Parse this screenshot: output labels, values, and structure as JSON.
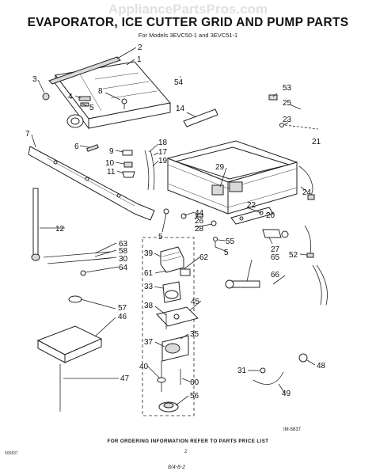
{
  "header": {
    "title": "EVAPORATOR, ICE CUTTER GRID AND PUMP PARTS",
    "models": "For Models 3EVC50-1 and 3EVC51-1",
    "watermark": "AppliancePartsPros.com"
  },
  "footer": {
    "instruction": "FOR ORDERING INFORMATION REFER TO PARTS PRICE LIST",
    "drawing_code": "IM-5837",
    "doc_code": "505837",
    "page_number": "2",
    "handwritten": "8/4-8-2"
  },
  "callouts": [
    {
      "id": "c2",
      "text": "2"
    },
    {
      "id": "c1",
      "text": "1"
    },
    {
      "id": "c3",
      "text": "3"
    },
    {
      "id": "c4",
      "text": "4"
    },
    {
      "id": "c5a",
      "text": "5"
    },
    {
      "id": "c8",
      "text": "8"
    },
    {
      "id": "c7",
      "text": "7"
    },
    {
      "id": "c6",
      "text": "6"
    },
    {
      "id": "c9",
      "text": "9"
    },
    {
      "id": "c10",
      "text": "10"
    },
    {
      "id": "c11",
      "text": "11"
    },
    {
      "id": "c54",
      "text": "54"
    },
    {
      "id": "c14",
      "text": "14"
    },
    {
      "id": "c53",
      "text": "53"
    },
    {
      "id": "c25",
      "text": "25"
    },
    {
      "id": "c23",
      "text": "23"
    },
    {
      "id": "c21",
      "text": "21"
    },
    {
      "id": "c18",
      "text": "18"
    },
    {
      "id": "c17",
      "text": "17"
    },
    {
      "id": "c19",
      "text": "19"
    },
    {
      "id": "c29",
      "text": "29"
    },
    {
      "id": "c24",
      "text": "24"
    },
    {
      "id": "c12",
      "text": "12"
    },
    {
      "id": "c44",
      "text": "44"
    },
    {
      "id": "c26",
      "text": "26"
    },
    {
      "id": "c28",
      "text": "28"
    },
    {
      "id": "c22",
      "text": "22"
    },
    {
      "id": "c20",
      "text": "20"
    },
    {
      "id": "c5b",
      "text": "5"
    },
    {
      "id": "c55",
      "text": "55"
    },
    {
      "id": "c5c",
      "text": "5"
    },
    {
      "id": "c27",
      "text": "27"
    },
    {
      "id": "c65",
      "text": "65"
    },
    {
      "id": "c52",
      "text": "52"
    },
    {
      "id": "c63",
      "text": "63"
    },
    {
      "id": "c58",
      "text": "58"
    },
    {
      "id": "c30",
      "text": "30"
    },
    {
      "id": "c64",
      "text": "64"
    },
    {
      "id": "c39",
      "text": "39"
    },
    {
      "id": "c62",
      "text": "62"
    },
    {
      "id": "c61",
      "text": "61"
    },
    {
      "id": "c33",
      "text": "33"
    },
    {
      "id": "c66",
      "text": "66"
    },
    {
      "id": "c45",
      "text": "45"
    },
    {
      "id": "c38",
      "text": "38"
    },
    {
      "id": "c57",
      "text": "57"
    },
    {
      "id": "c46",
      "text": "46"
    },
    {
      "id": "c35",
      "text": "35"
    },
    {
      "id": "c37",
      "text": "37"
    },
    {
      "id": "c47",
      "text": "47"
    },
    {
      "id": "c40",
      "text": "40"
    },
    {
      "id": "c60",
      "text": "60"
    },
    {
      "id": "c31",
      "text": "31"
    },
    {
      "id": "c48",
      "text": "48"
    },
    {
      "id": "c49",
      "text": "49"
    },
    {
      "id": "c56",
      "text": "56"
    }
  ]
}
